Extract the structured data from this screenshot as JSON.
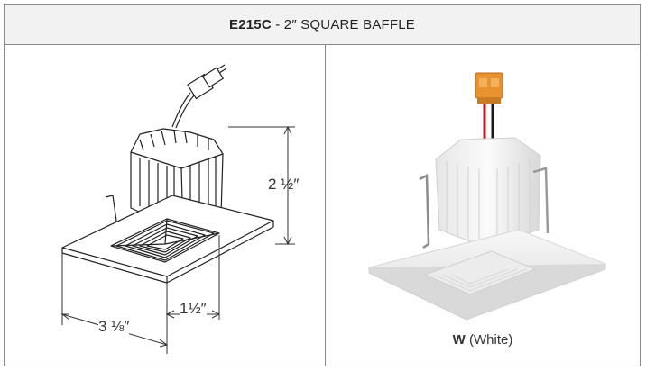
{
  "header": {
    "model": "E215C",
    "separator": " - ",
    "description": "2″ SQUARE BAFFLE"
  },
  "drawing": {
    "height_label": "2 ½″",
    "aperture_label": "1½″",
    "width_label": "3 ⅛″"
  },
  "photo": {
    "finish_code": "W",
    "finish_name": " (White)"
  }
}
